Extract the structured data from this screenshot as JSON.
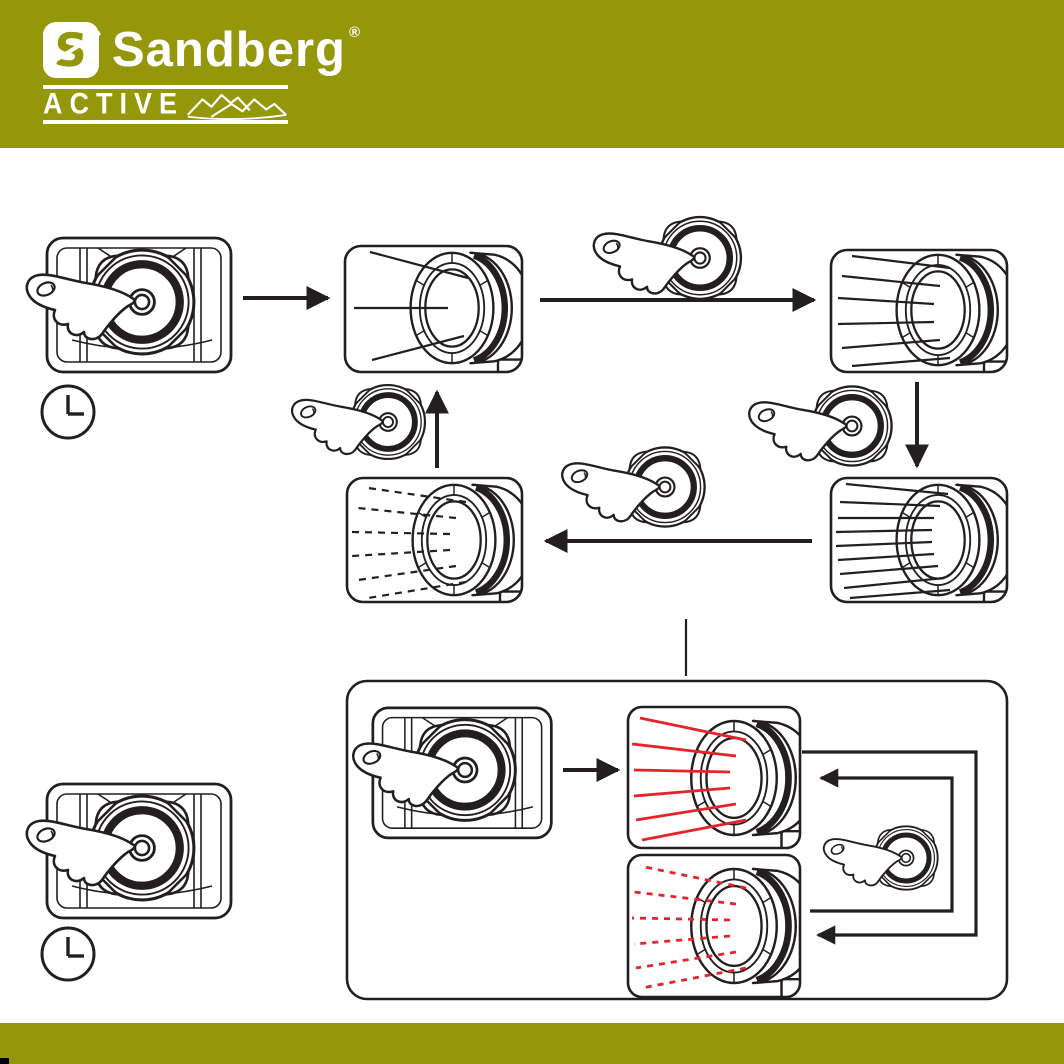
{
  "header": {
    "brand": "Sandberg",
    "registered": "®",
    "subbrand": "ACTIVE",
    "logo_letter": "S"
  },
  "colors": {
    "accent": "#95970a",
    "ink": "#231f20",
    "beam-red": "#e5232b",
    "paper": "#ffffff"
  },
  "diagram": {
    "sections": [
      {
        "name": "main-mode-cycle",
        "icons": [
          "headlamp-back-press-icon",
          "clock-icon",
          "arrow-right-icon",
          "beam-low-icon",
          "button-press-icon",
          "beam-high-icon",
          "arrow-down-icon",
          "button-press-icon",
          "beam-boost-icon",
          "arrow-left-icon",
          "button-press-icon",
          "beam-flash-icon",
          "arrow-up-icon",
          "button-press-icon"
        ]
      },
      {
        "name": "red-mode-panel",
        "icons": [
          "headlamp-back-press-icon",
          "arrow-right-icon",
          "beam-red-steady-icon",
          "button-press-icon",
          "beam-red-flash-icon",
          "loop-arrow-icon",
          "loop-arrow-icon"
        ]
      },
      {
        "name": "power-off-step",
        "icons": [
          "headlamp-back-press-icon",
          "clock-icon"
        ]
      }
    ]
  }
}
